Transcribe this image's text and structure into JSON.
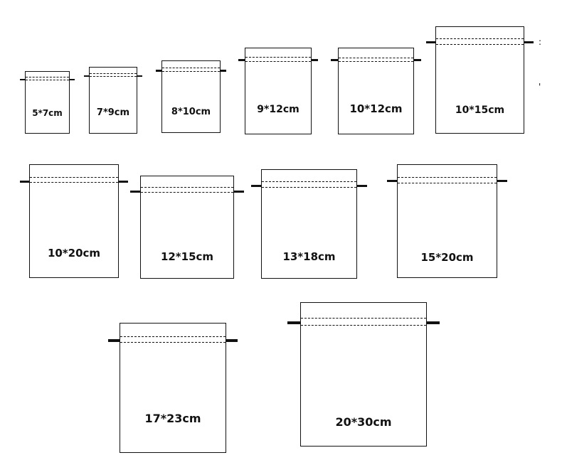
{
  "bags": [
    {
      "id": "5x7",
      "label": "5*7cm"
    },
    {
      "id": "7x9",
      "label": "7*9cm"
    },
    {
      "id": "8x10",
      "label": "8*10cm"
    },
    {
      "id": "9x12",
      "label": "9*12cm"
    },
    {
      "id": "10x12",
      "label": "10*12cm"
    },
    {
      "id": "10x15",
      "label": "10*15cm"
    },
    {
      "id": "10x20",
      "label": "10*20cm"
    },
    {
      "id": "12x15",
      "label": "12*15cm"
    },
    {
      "id": "13x18",
      "label": "13*18cm"
    },
    {
      "id": "15x20",
      "label": "15*20cm"
    },
    {
      "id": "17x23",
      "label": "17*23cm"
    },
    {
      "id": "20x30",
      "label": "20*30cm"
    }
  ],
  "edge_marks": [
    ":",
    "'"
  ],
  "colors": {
    "line": "#111111",
    "background": "#ffffff"
  }
}
